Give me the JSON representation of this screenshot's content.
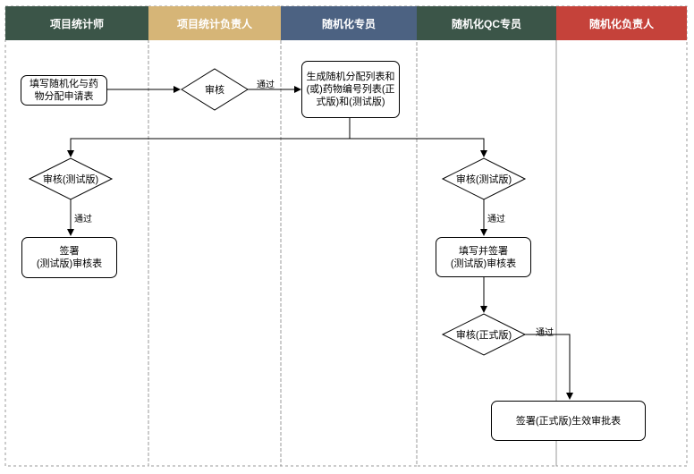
{
  "lanes": [
    {
      "title": "项目统计师",
      "color": "#3b5548"
    },
    {
      "title": "项目统计负责人",
      "color": "#d6b577"
    },
    {
      "title": "随机化专员",
      "color": "#4c6282"
    },
    {
      "title": "随机化QC专员",
      "color": "#3b5548"
    },
    {
      "title": "随机化负责人",
      "color": "#c5423a"
    }
  ],
  "nodes": {
    "fill_request": "填写随机化与药物分配申请表",
    "review_manager": "审核",
    "generate_lists": "生成随机分配列表和(或)药物编号列表(正式版)和(测试版)",
    "review_test_stat": "审核(测试版)",
    "sign_test_stat": "签署\n(测试版)审核表",
    "review_test_qc": "审核(测试版)",
    "fill_sign_qc": "填写并签署\n(测试版)审核表",
    "review_formal_qc": "审核(正式版)",
    "sign_formal": "签署(正式版)生效审批表"
  },
  "edge_labels": {
    "pass_1": "通过",
    "pass_2": "通过",
    "pass_3": "通过",
    "pass_4": "通过"
  }
}
